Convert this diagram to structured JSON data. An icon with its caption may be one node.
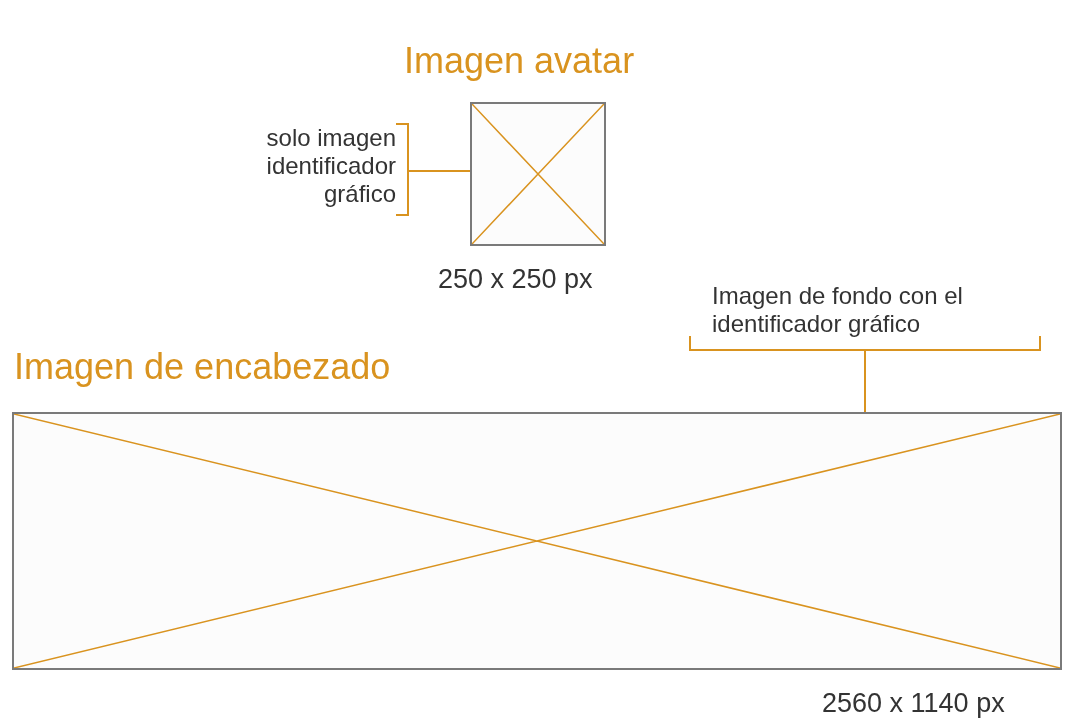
{
  "diagram": {
    "nodes": [
      {
        "text": [
          "Imagen avatar"
        ],
        "beside": [
          "250 x 250 px"
        ]
      },
      {
        "text": [
          "solo imagen identificador gráfico"
        ]
      },
      {
        "text": [
          "Imagen de encabezado"
        ],
        "beside": [
          "2560 x 1140 px"
        ]
      },
      {
        "text": [
          "Imagen de fondo con el identificador gráfico"
        ]
      }
    ],
    "edges": [
      {
        "from": 1,
        "to": 0,
        "arrow": "none"
      },
      {
        "from": 3,
        "to": 2,
        "arrow": "none"
      }
    ]
  }
}
